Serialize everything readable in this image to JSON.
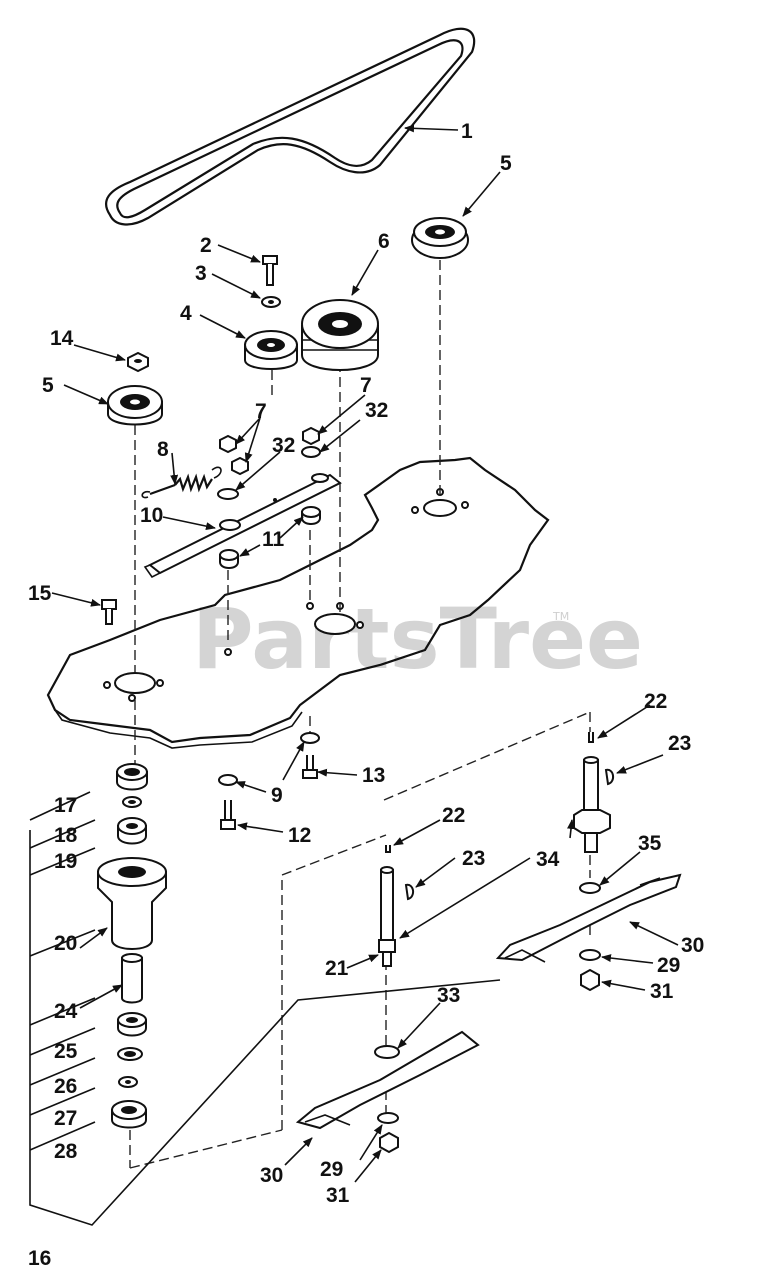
{
  "watermark": {
    "text": "PartsTree",
    "trademark": "TM"
  },
  "callouts": [
    "1",
    "2",
    "3",
    "4",
    "5",
    "6",
    "7",
    "8",
    "9",
    "10",
    "11",
    "12",
    "13",
    "14",
    "15",
    "16",
    "17",
    "18",
    "19",
    "20",
    "21",
    "22",
    "23",
    "24",
    "25",
    "26",
    "27",
    "28",
    "29",
    "30",
    "31",
    "32",
    "33",
    "34",
    "35"
  ],
  "labels": {
    "c1": "1",
    "c2": "2",
    "c3": "3",
    "c4": "4",
    "c5a": "5",
    "c5b": "5",
    "c6": "6",
    "c7a": "7",
    "c7b": "7",
    "c8": "8",
    "c9": "9",
    "c10": "10",
    "c11": "11",
    "c12": "12",
    "c13": "13",
    "c14": "14",
    "c15": "15",
    "c16": "16",
    "c17": "17",
    "c18": "18",
    "c19": "19",
    "c20": "20",
    "c21": "21",
    "c22a": "22",
    "c22b": "22",
    "c23a": "23",
    "c23b": "23",
    "c24": "24",
    "c25": "25",
    "c26": "26",
    "c27": "27",
    "c28": "28",
    "c29a": "29",
    "c29b": "29",
    "c30a": "30",
    "c30b": "30",
    "c31a": "31",
    "c31b": "31",
    "c32a": "32",
    "c32b": "32",
    "c33": "33",
    "c34": "34",
    "c35": "35"
  }
}
